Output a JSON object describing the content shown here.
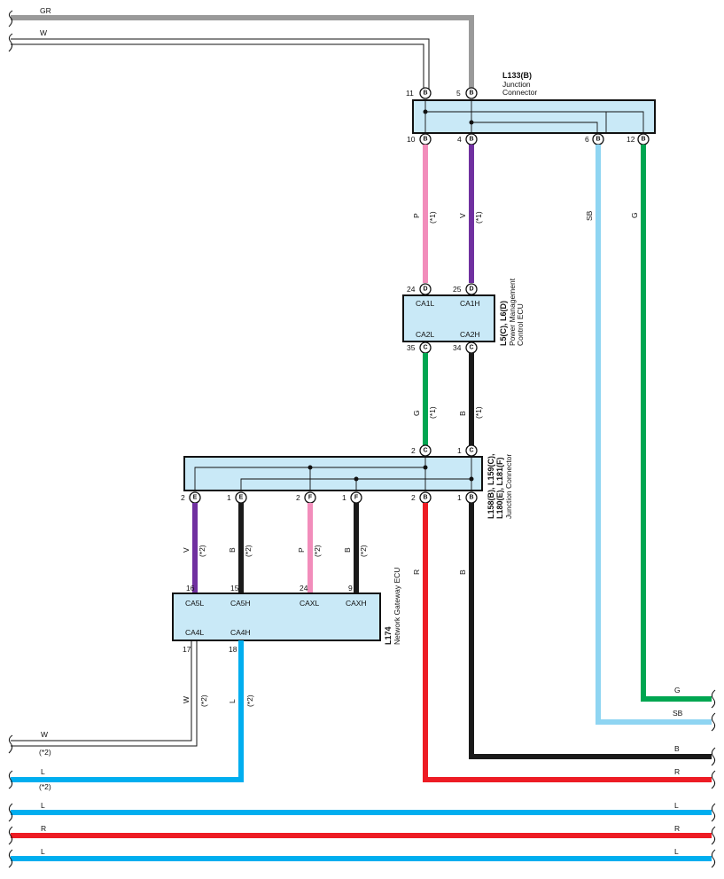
{
  "colors": {
    "GR": "#9a9a9a",
    "W": "#111111",
    "P": "#f28dbb",
    "V": "#7030a0",
    "SB": "#8fd5f2",
    "G": "#00a651",
    "B": "#1a1a1a",
    "R": "#ed1c24",
    "L": "#00aeef",
    "connector_fill": "#c9e9f7"
  },
  "top_wires": {
    "gr": "GR",
    "w": "W"
  },
  "l133": {
    "id": "L133(B)",
    "name_line1": "Junction",
    "name_line2": "Connector",
    "pins_top": [
      {
        "num": "11",
        "letter": "B"
      },
      {
        "num": "5",
        "letter": "B"
      }
    ],
    "pins_bottom": [
      {
        "num": "10",
        "letter": "B"
      },
      {
        "num": "4",
        "letter": "B"
      },
      {
        "num": "6",
        "letter": "B"
      },
      {
        "num": "12",
        "letter": "B"
      }
    ]
  },
  "seg1": {
    "p": "P",
    "v": "V",
    "sb": "SB",
    "g": "G",
    "note": "(*1)"
  },
  "l5": {
    "id": "L5(C), L6(D)",
    "name_line1": "Power Management",
    "name_line2": "Control ECU",
    "pins_top": [
      {
        "num": "24",
        "letter": "D",
        "label": "CA1L"
      },
      {
        "num": "25",
        "letter": "D",
        "label": "CA1H"
      }
    ],
    "pins_bottom": [
      {
        "num": "35",
        "letter": "C",
        "label": "CA2L"
      },
      {
        "num": "34",
        "letter": "C",
        "label": "CA2H"
      }
    ]
  },
  "seg2": {
    "g": "G",
    "b": "B",
    "note": "(*1)"
  },
  "l158": {
    "id_line1": "L158(B), L159(C),",
    "id_line2": "L180(E), L181(F)",
    "name": "Junction Connector",
    "pins_top": [
      {
        "num": "2",
        "letter": "C"
      },
      {
        "num": "1",
        "letter": "C"
      }
    ],
    "pins_bottom": [
      {
        "num": "2",
        "letter": "E"
      },
      {
        "num": "1",
        "letter": "E"
      },
      {
        "num": "2",
        "letter": "F"
      },
      {
        "num": "1",
        "letter": "F"
      },
      {
        "num": "2",
        "letter": "B"
      },
      {
        "num": "1",
        "letter": "B"
      }
    ]
  },
  "seg3": {
    "v": "V",
    "b": "B",
    "p": "P",
    "b2": "B",
    "r": "R",
    "b3": "B",
    "note": "(*2)"
  },
  "l174": {
    "id": "L174",
    "name": "Network Gateway ECU",
    "pins_top": [
      {
        "num": "16",
        "label": "CA5L"
      },
      {
        "num": "15",
        "label": "CA5H"
      },
      {
        "num": "24",
        "label": "CAXL"
      },
      {
        "num": "9",
        "label": "CAXH"
      }
    ],
    "pins_bottom": [
      {
        "num": "17",
        "label": "CA4L"
      },
      {
        "num": "18",
        "label": "CA4H"
      }
    ]
  },
  "seg4": {
    "w": "W",
    "l": "L",
    "note": "(*2)"
  },
  "right_outputs": {
    "g": "G",
    "sb": "SB",
    "b": "B",
    "r": "R"
  },
  "left_outputs": {
    "w": "W",
    "w_note": "(*2)",
    "l": "L",
    "l_note": "(*2)"
  },
  "bottom_buses": {
    "l1": "L",
    "r": "R",
    "l2": "L"
  }
}
